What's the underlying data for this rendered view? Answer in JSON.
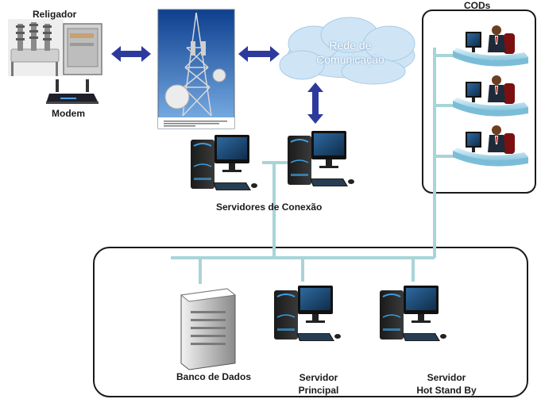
{
  "labels": {
    "religador": "Religador",
    "modem": "Modem",
    "cods": "CODs",
    "rede_line1": "Rede de",
    "rede_line2": "Comunicação",
    "servidores_conexao": "Servidores de Conexão",
    "banco_dados": "Banco de Dados",
    "servidor_principal_line1": "Servidor",
    "servidor_principal_line2": "Principal",
    "servidor_hot_line1": "Servidor",
    "servidor_hot_line2": "Hot Stand By"
  },
  "colors": {
    "link_line": "#a8d4d9",
    "arrow": "#2d3a9c",
    "cloud": "#cfe5f5",
    "monitor_screen": "#1f4f7a",
    "tower_sky": "#1c5fb8"
  }
}
